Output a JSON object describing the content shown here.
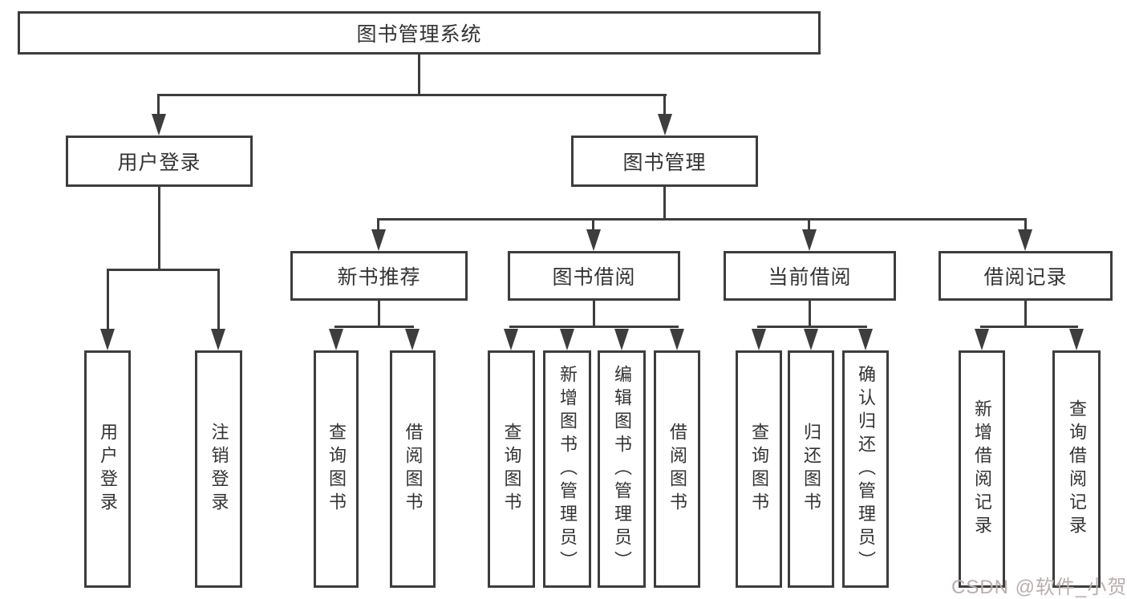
{
  "diagram": {
    "nodes": {
      "root": "图书管理系统",
      "user_login": "用户登录",
      "book_management": "图书管理",
      "new_book_recommend": "新书推荐",
      "book_borrow": "图书借阅",
      "current_borrow": "当前借阅",
      "borrow_records": "借阅记录"
    },
    "leaves": {
      "user_login": [
        "用户登录",
        "注销登录"
      ],
      "new_book_recommend": [
        "查询图书",
        "借阅图书"
      ],
      "book_borrow": [
        "查询图书",
        "新增图书（管理员）",
        "编辑图书（管理员）",
        "借阅图书"
      ],
      "current_borrow": [
        "查询图书",
        "归还图书",
        "确认归还（管理员）"
      ],
      "borrow_records": [
        "新增借阅记录",
        "查询借阅记录"
      ]
    },
    "colors": {
      "line": "#3d3d3d",
      "text": "#333333",
      "box_background": "#ffffff",
      "watermark": "#b9aeae"
    }
  },
  "watermark": {
    "text": "CSDN @软件_小贺同学"
  }
}
